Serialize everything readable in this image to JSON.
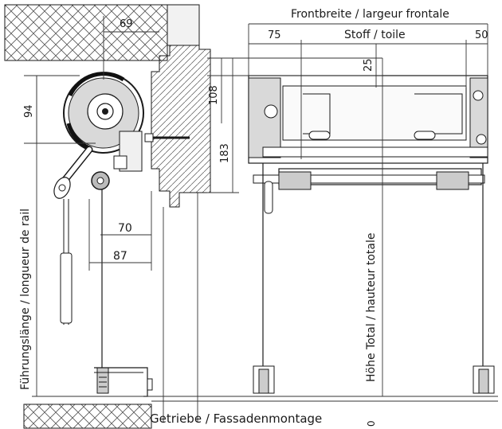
{
  "labels": {
    "front_width": "Frontbreite / largeur frontale",
    "fabric": "Stoff / toile",
    "guide_length": "Führungslänge / longueur de rail",
    "total_height": "Höhe Total / hauteur totale",
    "gear_facade": "Getriebe / Fassadenmontage"
  },
  "dimensions": {
    "d69": "69",
    "d75": "75",
    "d50": "50",
    "d25": "25",
    "d108": "108",
    "d183": "183",
    "d94": "94",
    "d70": "70",
    "d87": "87",
    "d0": "0"
  },
  "colors": {
    "line": "#1a1a1a",
    "dim": "#333333",
    "hatch": "#555555",
    "shade": "#e8e8e8"
  }
}
